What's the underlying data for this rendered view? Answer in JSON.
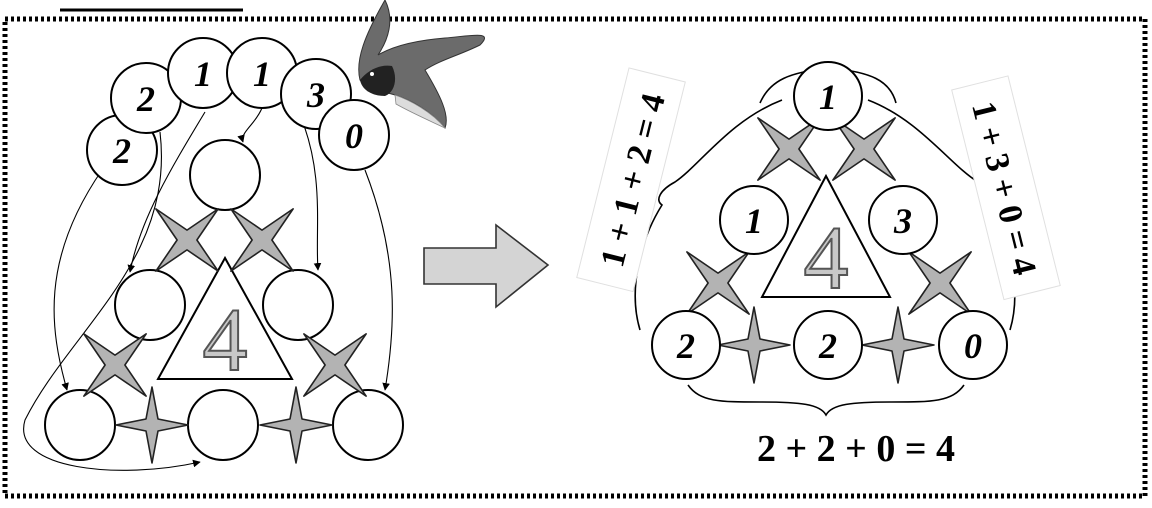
{
  "digit": "4",
  "sequence": [
    "2",
    "2",
    "1",
    "1",
    "3",
    "0"
  ],
  "solution": {
    "top": "1",
    "mid_left": "1",
    "mid_right": "3",
    "bottom_left": "2",
    "bottom_mid": "2",
    "bottom_right": "0"
  },
  "equations": {
    "left": "1 + 1 + 2 = 4",
    "right": "1 + 3 + 0 = 4",
    "bottom": "2 + 2 + 0 = 4"
  },
  "colors": {
    "cross_fill": "#b3b3b3",
    "arrow_fill": "#d4d4d4",
    "border": "#000000"
  },
  "icons": [
    "swallow-bird-icon",
    "right-arrow-icon",
    "x-cross-icon",
    "plus-cross-icon"
  ]
}
